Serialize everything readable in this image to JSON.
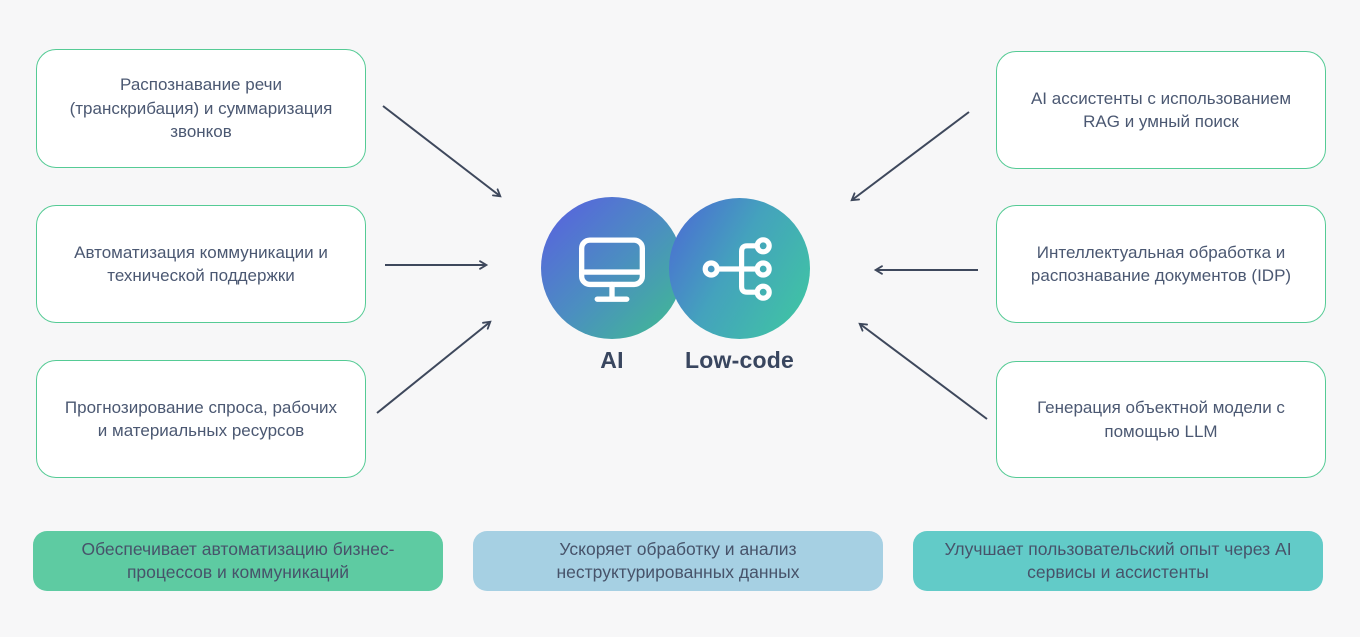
{
  "colors": {
    "background": "#f7f7f8",
    "box_border": "#55cb95",
    "box_background": "#ffffff",
    "box_text": "#4b5872",
    "arrow": "#3e485c",
    "ai_circle_gradient_start": "#5a5de2",
    "ai_circle_gradient_end": "#3fbe8f",
    "lowcode_circle_gradient_start": "#4c66d6",
    "lowcode_circle_gradient_end": "#3fc9a0",
    "circle_icon_stroke": "#ffffff",
    "center_label_text": "#39465f",
    "banner_green_bg": "#5ecba2",
    "banner_blue_bg": "#a6d0e3",
    "banner_teal_bg": "#62cbc8",
    "banner_text": "#47536a"
  },
  "left_boxes": [
    {
      "label": "Распознавание речи (транскрибация) и суммаризация звонков"
    },
    {
      "label": "Автоматизация коммуникации и технической поддержки"
    },
    {
      "label": "Прогнозирование спроса, рабочих и материальных ресурсов"
    }
  ],
  "right_boxes": [
    {
      "label": "AI ассистенты с использованием RAG и умный поиск"
    },
    {
      "label": "Интеллектуальная обработка и распознавание документов (IDP)"
    },
    {
      "label": "Генерация объектной модели с помощью LLM"
    }
  ],
  "center": {
    "ai_label": "AI",
    "lowcode_label": "Low-code",
    "ai_icon": "monitor-icon",
    "lowcode_icon": "branch-tree-icon"
  },
  "banners": [
    {
      "label": "Обеспечивает автоматизацию бизнес-процессов и коммуникаций",
      "bg": "#5ecba2"
    },
    {
      "label": "Ускоряет обработку и анализ неструктурированных данных",
      "bg": "#a6d0e3"
    },
    {
      "label": "Улучшает пользовательский опыт через AI сервисы и ассистенты",
      "bg": "#62cbc8"
    }
  ]
}
